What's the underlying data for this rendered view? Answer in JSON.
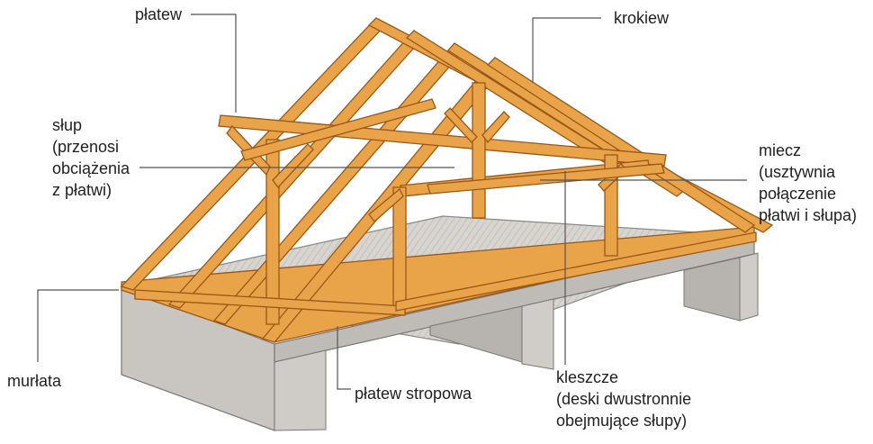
{
  "labels": {
    "platew": "płatew",
    "krokiew": "krokiew",
    "slup": [
      "słup",
      "(przenosi",
      "obciążenia",
      "z płatwi)"
    ],
    "miecz": [
      "miecz",
      "(usztywnia",
      "połączenie",
      "płatwi i słupa)"
    ],
    "murlata": "murłata",
    "platew_stropowa": "płatew stropowa",
    "kleszcze": [
      "kleszcze",
      "(deski dwustronnie",
      "obejmujące słupy)"
    ]
  },
  "colors": {
    "timber": "#e9a44a",
    "timber_dark": "#b86a1f",
    "concrete": "#d6d3cf",
    "concrete_dark": "#a9a6a2",
    "leader": "#555555"
  }
}
